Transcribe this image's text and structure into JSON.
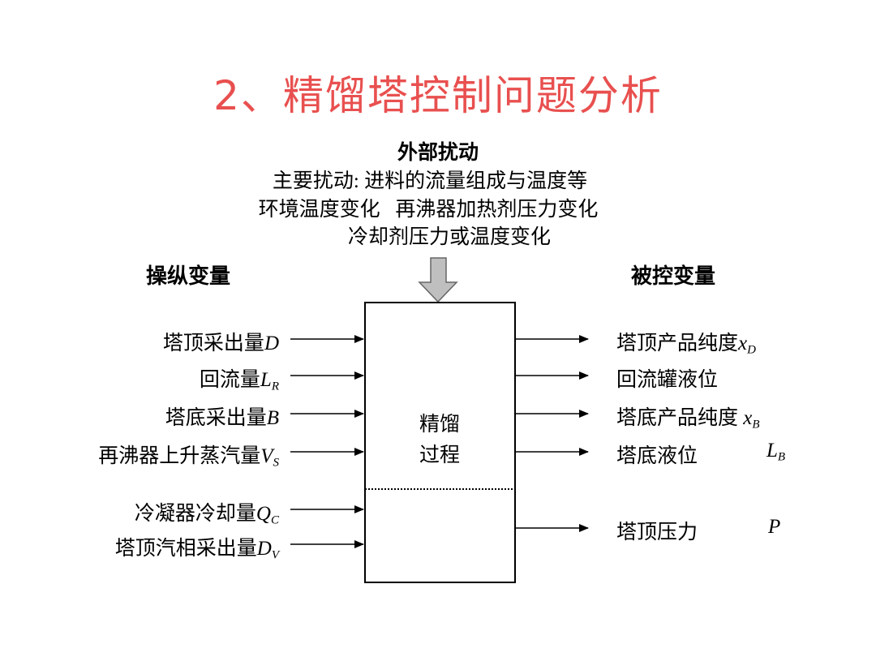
{
  "title": "2、精馏塔控制问题分析",
  "colors": {
    "title": "#e8504f",
    "arrow_fill": "#bfbfbf",
    "line": "#000000"
  },
  "disturbance": {
    "heading": "外部扰动",
    "lines": [
      "主要扰动: 进料的流量组成与温度等",
      "环境温度变化   再沸器加热剂压力变化",
      "冷却剂压力或温度变化"
    ]
  },
  "manipulated_heading": "操纵变量",
  "controlled_heading": "被控变量",
  "process": {
    "line1": "精馏",
    "line2": "过程"
  },
  "inputs": [
    {
      "text": "塔顶采出量",
      "var": "D",
      "sub": ""
    },
    {
      "text": "回流量",
      "var": "L",
      "sub": "R"
    },
    {
      "text": "塔底采出量",
      "var": "B",
      "sub": ""
    },
    {
      "text": "再沸器上升蒸汽量",
      "var": "V",
      "sub": "S"
    },
    {
      "text": "冷凝器冷却量",
      "var": "Q",
      "sub": "C"
    },
    {
      "text": "塔顶汽相采出量",
      "var": "D",
      "sub": "V"
    }
  ],
  "outputs": [
    {
      "text": "塔顶产品纯度",
      "var": "x",
      "sub": "D"
    },
    {
      "text": "回流罐液位",
      "var": "",
      "sub": ""
    },
    {
      "text": "塔底产品纯度 ",
      "var": "x",
      "sub": "B"
    },
    {
      "text": "塔底液位",
      "var": "L",
      "sub": "B"
    },
    {
      "text": "塔顶压力",
      "var": "P",
      "sub": ""
    }
  ]
}
